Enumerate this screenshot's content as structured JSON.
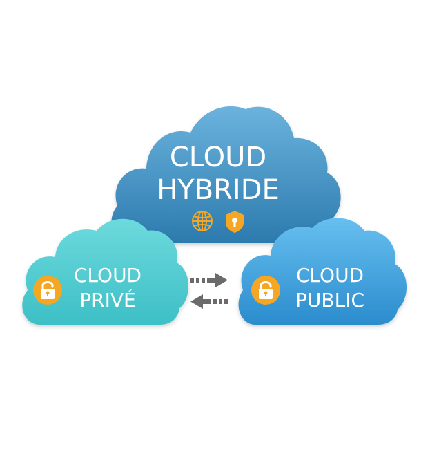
{
  "clouds": {
    "hybrid": {
      "line1": "CLOUD",
      "line2": "HYBRIDE",
      "icons": [
        "globe-icon",
        "shield-lock-icon"
      ]
    },
    "private": {
      "line1": "CLOUD",
      "line2": "PRIVÉ",
      "icon": "padlock-icon"
    },
    "public": {
      "line1": "CLOUD",
      "line2": "PUBLIC",
      "icon": "padlock-icon"
    }
  },
  "connector": {
    "icon": "bidirectional-arrows-icon"
  },
  "colors": {
    "hybrid_top": "#5aa6d4",
    "hybrid_bottom": "#2f80b3",
    "private_top": "#5fd3d6",
    "private_bottom": "#3fc2c8",
    "public_top": "#58b6ea",
    "public_bottom": "#2f93d3",
    "accent_orange": "#f5a623",
    "arrow_gray": "#6b6b6b"
  }
}
